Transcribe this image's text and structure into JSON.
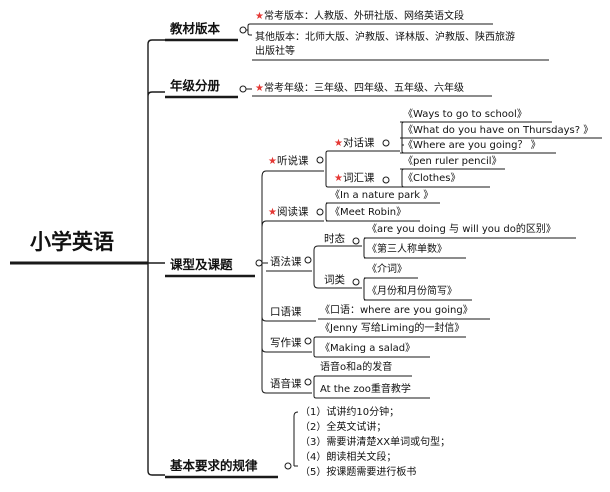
{
  "root": {
    "label": "小学英语"
  },
  "branches": {
    "textbook": {
      "label": "教材版本",
      "items": [
        {
          "label": "常考版本：人教版、外研社版、网络英语文段",
          "starred": true
        },
        {
          "label": "其他版本：北师大版、沪教版、译林版、沪教版、陕西旅游",
          "starred": false
        },
        {
          "label": "出版社等",
          "starred": false
        }
      ]
    },
    "grades": {
      "label": "年级分册",
      "items": [
        {
          "label": "常考年级：三年级、四年级、五年级、六年级",
          "starred": true
        }
      ]
    },
    "lessons": {
      "label": "课型及课题",
      "listening": {
        "label": "听说课",
        "starred": true,
        "dialogue": {
          "label": "对话课",
          "starred": true,
          "items": [
            "《Ways to go to school》",
            "《What do you have on Thursdays? 》",
            "《Where are you going？ 》"
          ]
        },
        "vocab": {
          "label": "词汇课",
          "starred": true,
          "items": [
            "《pen ruler pencil》",
            "《Clothes》"
          ]
        }
      },
      "reading": {
        "label": "阅读课",
        "starred": true,
        "items": [
          "《In a nature park 》",
          "《Meet Robin》"
        ]
      },
      "grammar": {
        "label": "语法课",
        "tense": {
          "label": "时态",
          "items": [
            "《are you doing 与 will you do的区别》",
            "《第三人称单数》"
          ]
        },
        "wordclass": {
          "label": "词类",
          "items": [
            "《介词》",
            "《月份和月份简写》"
          ]
        }
      },
      "oral": {
        "label": "口语课",
        "items": [
          "《口语：where are you going》"
        ]
      },
      "writing": {
        "label": "写作课",
        "items": [
          "《Jenny 写给Liming的一封信》",
          "《Making a salad》"
        ]
      },
      "phonics": {
        "label": "语音课",
        "items": [
          "语音o和a的发音",
          "At the zoo重音教学"
        ]
      }
    },
    "requirements": {
      "label": "基本要求的规律",
      "items": [
        "（1）试讲约10分钟；",
        "（2）全英文试讲；",
        "（3）需要讲清楚XX单词或句型；",
        "（4）朗读相关文段；",
        "（5）按课题需要进行板书"
      ]
    }
  },
  "colors": {
    "line": "#1a1a1a",
    "star": "#e53935",
    "text": "#111111",
    "background": "#ffffff"
  }
}
